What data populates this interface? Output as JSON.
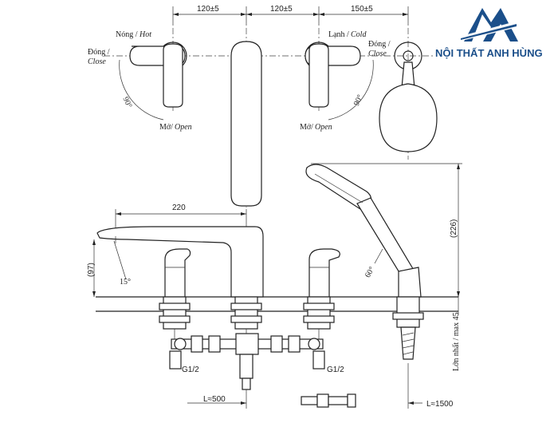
{
  "logo": {
    "text": "NỘI THẤT ANH HÙNG",
    "color": "#1b4f8a"
  },
  "dimensions": {
    "top_left": "120±5",
    "top_mid": "120±5",
    "top_right": "150±5",
    "spout_length": "220",
    "spout_height": "(97)",
    "spout_angle": "15°",
    "shower_height": "(226)",
    "handle_angle_left": "90°",
    "handle_angle_right": "90°",
    "shower_angle": "60°",
    "hose_left": "L≈500",
    "hose_right": "L≈1500",
    "thread_left": "G1/2",
    "thread_right": "G1/2",
    "deck_thickness": "Lớn nhất / max 45"
  },
  "labels": {
    "hot_vi": "Nóng /",
    "hot_en": "Hot",
    "cold_vi": "Lạnh /",
    "cold_en": "Cold",
    "close_left_vi": "Đóng /",
    "close_left_en": "Close",
    "close_right_vi": "Đóng /",
    "close_right_en": "Close",
    "open_left_vi": "Mở/",
    "open_left_en": "Open",
    "open_right_vi": "Mở/",
    "open_right_en": "Open"
  }
}
